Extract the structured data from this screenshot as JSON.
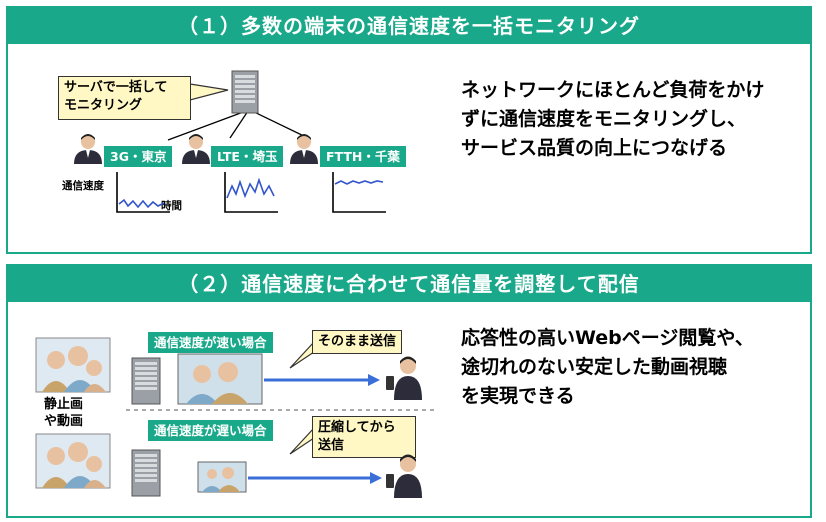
{
  "section1": {
    "header": "（１）多数の端末の通信速度を一括モニタリング",
    "callout": [
      "サーバで一括して",
      "モニタリング"
    ],
    "tags": [
      "3G・東京",
      "LTE・埼玉",
      "FTTH・千葉"
    ],
    "y_axis_label": "通信速度",
    "x_axis_label": "時間",
    "description": [
      "ネットワークにほとんど負荷をかけ",
      "ずに通信速度をモニタリングし、",
      "サービス品質の向上につなげる"
    ]
  },
  "section2": {
    "header": "（２）通信速度に合わせて通信量を調整して配信",
    "media_label": [
      "静止画",
      "や動画"
    ],
    "fast_label": "通信速度が速い場合",
    "fast_callout": "そのまま送信",
    "slow_label": "通信速度が遅い場合",
    "slow_callout": [
      "圧縮してから",
      "送信"
    ],
    "description": [
      "応答性の高いWebページ閲覧や、",
      "途切れのない安定した動画視聴",
      "を実現できる"
    ]
  },
  "colors": {
    "accent": "#1aa88a",
    "callout_bg": "#fff8c4",
    "arrow": "#3a6fd8",
    "graph_line": "#3355cc"
  }
}
